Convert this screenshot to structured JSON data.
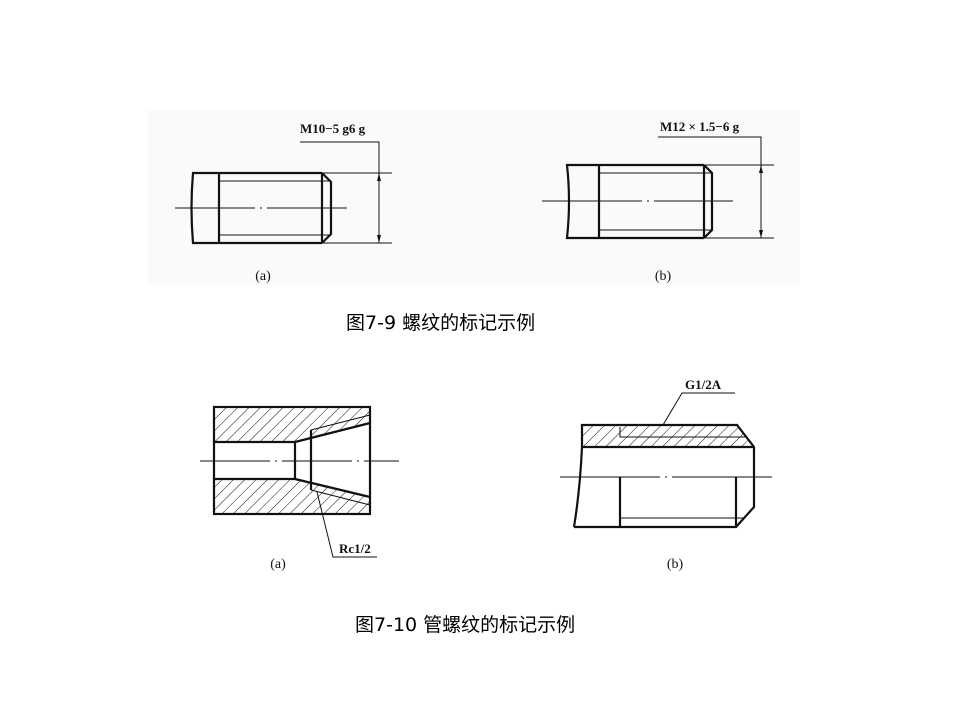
{
  "figure_7_9": {
    "caption": "图7-9  螺纹的标记示例",
    "a": {
      "label": "(a)",
      "annotation": "M10−5 g6 g"
    },
    "b": {
      "label": "(b)",
      "annotation": "M12 × 1.5−6 g"
    }
  },
  "figure_7_10": {
    "caption": "图7-10  管螺纹的标记示例",
    "a": {
      "label": "(a)",
      "annotation": "Rc1/2"
    },
    "b": {
      "label": "(b)",
      "annotation": "G1/2A"
    }
  }
}
